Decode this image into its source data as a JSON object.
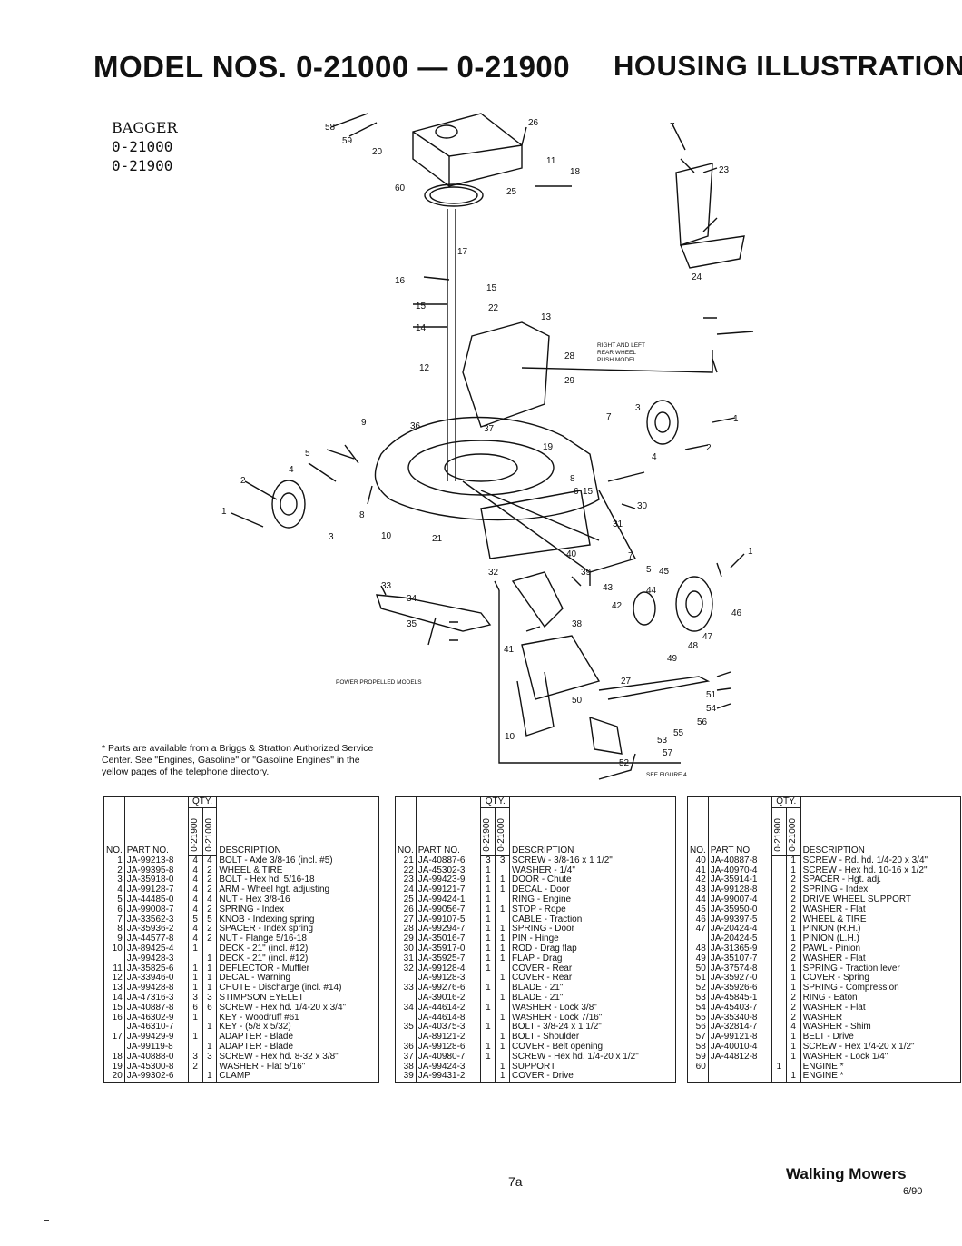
{
  "header": {
    "model_title": "MODEL NOS. 0-21000 — 0-21900",
    "section_title": "HOUSING ILLUSTRATION"
  },
  "bagger": {
    "label": "BAGGER",
    "models": [
      "0-21000",
      "0-21900"
    ]
  },
  "diagram": {
    "callouts": {
      "right_left_wheel": "RIGHT AND LEFT REAR WHEEL PUSH MODEL",
      "power_propelled": "POWER PROPELLED MODELS",
      "see_figure": "SEE FIGURE 4"
    },
    "numbers": [
      "58",
      "59",
      "20",
      "60",
      "26",
      "11",
      "18",
      "25",
      "7",
      "23",
      "24",
      "17",
      "16",
      "15",
      "15",
      "22",
      "14",
      "13",
      "12",
      "28",
      "29",
      "9",
      "36",
      "37",
      "19",
      "3",
      "7",
      "1",
      "2",
      "8",
      "6",
      "15",
      "4",
      "30",
      "5",
      "4",
      "2",
      "1",
      "8",
      "3",
      "10",
      "21",
      "31",
      "32",
      "33",
      "34",
      "35",
      "40",
      "39",
      "7",
      "5",
      "45",
      "1",
      "43",
      "44",
      "46",
      "42",
      "38",
      "41",
      "47",
      "48",
      "49",
      "27",
      "51",
      "54",
      "50",
      "56",
      "55",
      "53",
      "57",
      "52",
      "10"
    ]
  },
  "note": "* Parts are available from a Briggs & Stratton Authorized Service Center. See \"Engines, Gasoline\" or \"Gasoline Engines\" in the yellow pages of the telephone directory.",
  "table_headers": {
    "qty": "QTY.",
    "no": "NO.",
    "part_no": "PART NO.",
    "col1": "0-21900",
    "col2": "0-21000",
    "description": "DESCRIPTION"
  },
  "parts_1": [
    {
      "no": "1",
      "pn": "JA-99213-8",
      "a": "4",
      "b": "4",
      "d": "BOLT - Axle 3/8-16 (incl. #5)"
    },
    {
      "no": "2",
      "pn": "JA-99395-8",
      "a": "4",
      "b": "2",
      "d": "WHEEL & TIRE"
    },
    {
      "no": "3",
      "pn": "JA-35918-0",
      "a": "4",
      "b": "2",
      "d": "BOLT - Hex hd. 5/16-18"
    },
    {
      "no": "4",
      "pn": "JA-99128-7",
      "a": "4",
      "b": "2",
      "d": "ARM - Wheel hgt. adjusting"
    },
    {
      "no": "5",
      "pn": "JA-44485-0",
      "a": "4",
      "b": "4",
      "d": "NUT - Hex 3/8-16"
    },
    {
      "no": "6",
      "pn": "JA-99008-7",
      "a": "4",
      "b": "2",
      "d": "SPRING - Index"
    },
    {
      "no": "7",
      "pn": "JA-33562-3",
      "a": "5",
      "b": "5",
      "d": "KNOB - Indexing spring"
    },
    {
      "no": "8",
      "pn": "JA-35936-2",
      "a": "4",
      "b": "2",
      "d": "SPACER - Index spring"
    },
    {
      "no": "9",
      "pn": "JA-44577-8",
      "a": "4",
      "b": "2",
      "d": "NUT - Flange 5/16-18"
    },
    {
      "no": "10",
      "pn": "JA-89425-4",
      "a": "1",
      "b": "",
      "d": "DECK - 21\" (incl. #12)"
    },
    {
      "no": "",
      "pn": "JA-99428-3",
      "a": "",
      "b": "1",
      "d": "DECK - 21\" (incl. #12)"
    },
    {
      "no": "11",
      "pn": "JA-35825-6",
      "a": "1",
      "b": "1",
      "d": "DEFLECTOR - Muffler"
    },
    {
      "no": "12",
      "pn": "JA-33946-0",
      "a": "1",
      "b": "1",
      "d": "DECAL - Warning"
    },
    {
      "no": "13",
      "pn": "JA-99428-8",
      "a": "1",
      "b": "1",
      "d": "CHUTE - Discharge (incl. #14)"
    },
    {
      "no": "14",
      "pn": "JA-47316-3",
      "a": "3",
      "b": "3",
      "d": "STIMPSON EYELET"
    },
    {
      "no": "15",
      "pn": "JA-40887-8",
      "a": "6",
      "b": "6",
      "d": "SCREW - Hex hd. 1/4-20 x 3/4\""
    },
    {
      "no": "16",
      "pn": "JA-46302-9",
      "a": "1",
      "b": "",
      "d": "KEY - Woodruff #61"
    },
    {
      "no": "",
      "pn": "JA-46310-7",
      "a": "",
      "b": "1",
      "d": "KEY - (5/8 x 5/32)"
    },
    {
      "no": "17",
      "pn": "JA-99429-9",
      "a": "1",
      "b": "",
      "d": "ADAPTER - Blade"
    },
    {
      "no": "",
      "pn": "JA-99119-8",
      "a": "",
      "b": "1",
      "d": "ADAPTER - Blade"
    },
    {
      "no": "18",
      "pn": "JA-40888-0",
      "a": "3",
      "b": "3",
      "d": "SCREW - Hex hd. 8-32 x 3/8\""
    },
    {
      "no": "19",
      "pn": "JA-45300-8",
      "a": "2",
      "b": "",
      "d": "WASHER - Flat 5/16\""
    },
    {
      "no": "20",
      "pn": "JA-99302-6",
      "a": "",
      "b": "1",
      "d": "CLAMP"
    }
  ],
  "parts_2": [
    {
      "no": "21",
      "pn": "JA-40887-6",
      "a": "3",
      "b": "3",
      "d": "SCREW - 3/8-16 x 1 1/2\""
    },
    {
      "no": "22",
      "pn": "JA-45302-3",
      "a": "1",
      "b": "",
      "d": "WASHER - 1/4\""
    },
    {
      "no": "23",
      "pn": "JA-99423-9",
      "a": "1",
      "b": "1",
      "d": "DOOR - Chute"
    },
    {
      "no": "24",
      "pn": "JA-99121-7",
      "a": "1",
      "b": "1",
      "d": "DECAL - Door"
    },
    {
      "no": "25",
      "pn": "JA-99424-1",
      "a": "1",
      "b": "",
      "d": "RING - Engine"
    },
    {
      "no": "26",
      "pn": "JA-99056-7",
      "a": "1",
      "b": "1",
      "d": "STOP - Rope"
    },
    {
      "no": "27",
      "pn": "JA-99107-5",
      "a": "1",
      "b": "",
      "d": "CABLE - Traction"
    },
    {
      "no": "28",
      "pn": "JA-99294-7",
      "a": "1",
      "b": "1",
      "d": "SPRING - Door"
    },
    {
      "no": "29",
      "pn": "JA-35016-7",
      "a": "1",
      "b": "1",
      "d": "PIN - Hinge"
    },
    {
      "no": "30",
      "pn": "JA-35917-0",
      "a": "1",
      "b": "1",
      "d": "ROD - Drag flap"
    },
    {
      "no": "31",
      "pn": "JA-35925-7",
      "a": "1",
      "b": "1",
      "d": "FLAP - Drag"
    },
    {
      "no": "32",
      "pn": "JA-99128-4",
      "a": "1",
      "b": "",
      "d": "COVER - Rear"
    },
    {
      "no": "",
      "pn": "JA-99128-3",
      "a": "",
      "b": "1",
      "d": "COVER - Rear"
    },
    {
      "no": "33",
      "pn": "JA-99276-6",
      "a": "1",
      "b": "",
      "d": "BLADE - 21\""
    },
    {
      "no": "",
      "pn": "JA-39016-2",
      "a": "",
      "b": "1",
      "d": "BLADE - 21\""
    },
    {
      "no": "34",
      "pn": "JA-44614-2",
      "a": "1",
      "b": "",
      "d": "WASHER - Lock 3/8\""
    },
    {
      "no": "",
      "pn": "JA-44614-8",
      "a": "",
      "b": "1",
      "d": "WASHER - Lock 7/16\""
    },
    {
      "no": "35",
      "pn": "JA-40375-3",
      "a": "1",
      "b": "",
      "d": "BOLT - 3/8-24 x 1 1/2\""
    },
    {
      "no": "",
      "pn": "JA-89121-2",
      "a": "",
      "b": "1",
      "d": "BOLT - Shoulder"
    },
    {
      "no": "36",
      "pn": "JA-99128-6",
      "a": "1",
      "b": "1",
      "d": "COVER - Belt opening"
    },
    {
      "no": "37",
      "pn": "JA-40980-7",
      "a": "1",
      "b": "",
      "d": "SCREW - Hex hd. 1/4-20 x 1/2\""
    },
    {
      "no": "38",
      "pn": "JA-99424-3",
      "a": "",
      "b": "1",
      "d": "SUPPORT"
    },
    {
      "no": "39",
      "pn": "JA-99431-2",
      "a": "",
      "b": "1",
      "d": "COVER - Drive"
    }
  ],
  "parts_3": [
    {
      "no": "40",
      "pn": "JA-40887-8",
      "a": "",
      "b": "1",
      "d": "SCREW - Rd. hd. 1/4-20 x 3/4\""
    },
    {
      "no": "41",
      "pn": "JA-40970-4",
      "a": "",
      "b": "1",
      "d": "SCREW - Hex hd. 10-16 x 1/2\""
    },
    {
      "no": "42",
      "pn": "JA-35914-1",
      "a": "",
      "b": "2",
      "d": "SPACER - Hgt. adj."
    },
    {
      "no": "43",
      "pn": "JA-99128-8",
      "a": "",
      "b": "2",
      "d": "SPRING - Index"
    },
    {
      "no": "44",
      "pn": "JA-99007-4",
      "a": "",
      "b": "2",
      "d": "DRIVE WHEEL SUPPORT"
    },
    {
      "no": "45",
      "pn": "JA-35950-0",
      "a": "",
      "b": "2",
      "d": "WASHER - Flat"
    },
    {
      "no": "46",
      "pn": "JA-99397-5",
      "a": "",
      "b": "2",
      "d": "WHEEL & TIRE"
    },
    {
      "no": "47",
      "pn": "JA-20424-4",
      "a": "",
      "b": "1",
      "d": "PINION (R.H.)"
    },
    {
      "no": "",
      "pn": "JA-20424-5",
      "a": "",
      "b": "1",
      "d": "PINION (L.H.)"
    },
    {
      "no": "48",
      "pn": "JA-31365-9",
      "a": "",
      "b": "2",
      "d": "PAWL - Pinion"
    },
    {
      "no": "49",
      "pn": "JA-35107-7",
      "a": "",
      "b": "2",
      "d": "WASHER - Flat"
    },
    {
      "no": "50",
      "pn": "JA-37574-8",
      "a": "",
      "b": "1",
      "d": "SPRING - Traction lever"
    },
    {
      "no": "51",
      "pn": "JA-35927-0",
      "a": "",
      "b": "1",
      "d": "COVER - Spring"
    },
    {
      "no": "52",
      "pn": "JA-35926-6",
      "a": "",
      "b": "1",
      "d": "SPRING - Compression"
    },
    {
      "no": "53",
      "pn": "JA-45845-1",
      "a": "",
      "b": "2",
      "d": "RING - Eaton"
    },
    {
      "no": "54",
      "pn": "JA-45403-7",
      "a": "",
      "b": "2",
      "d": "WASHER - Flat"
    },
    {
      "no": "55",
      "pn": "JA-35340-8",
      "a": "",
      "b": "2",
      "d": "WASHER"
    },
    {
      "no": "56",
      "pn": "JA-32814-7",
      "a": "",
      "b": "4",
      "d": "WASHER - Shim"
    },
    {
      "no": "57",
      "pn": "JA-99121-8",
      "a": "",
      "b": "1",
      "d": "BELT - Drive"
    },
    {
      "no": "58",
      "pn": "JA-40010-4",
      "a": "",
      "b": "1",
      "d": "SCREW - Hex 1/4-20 x 1/2\""
    },
    {
      "no": "59",
      "pn": "JA-44812-8",
      "a": "",
      "b": "1",
      "d": "WASHER - Lock 1/4\""
    },
    {
      "no": "60",
      "pn": "",
      "a": "1",
      "b": "",
      "d": "ENGINE *"
    },
    {
      "no": "",
      "pn": "",
      "a": "",
      "b": "1",
      "d": "ENGINE *"
    }
  ],
  "footer": {
    "page": "7a",
    "title": "Walking Mowers",
    "date": "6/90"
  }
}
